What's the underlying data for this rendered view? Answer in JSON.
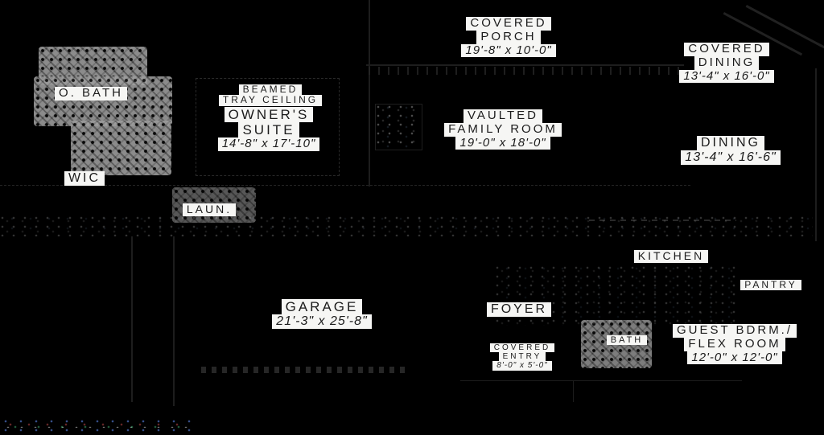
{
  "plan": {
    "type": "floor-plan",
    "colors": {
      "background": "#000000",
      "label_background": "#f6f6f4",
      "label_text": "#1b1b1b",
      "wall_line": "#1d1d1d",
      "texture_gray": "#8a8a8a"
    }
  },
  "labels": {
    "o_bath": [
      "O. BATH"
    ],
    "beamed_tray": [
      "BEAMED",
      "TRAY CEILING"
    ],
    "owners_suite": [
      "OWNER'S",
      "SUITE",
      "14'-8\" x 17'-10\""
    ],
    "wic": [
      "WIC"
    ],
    "laun": [
      "LAUN."
    ],
    "covered_porch": [
      "COVERED",
      "PORCH",
      "19'-8\" x 10'-0\""
    ],
    "covered_dining": [
      "COVERED",
      "DINING",
      "13'-4\" x 16'-0\""
    ],
    "vaulted_family_room": [
      "VAULTED",
      "FAMILY ROOM",
      "19'-0\" x 18'-0\""
    ],
    "dining": [
      "DINING",
      "13'-4\" x 16'-6\""
    ],
    "kitchen": [
      "KITCHEN"
    ],
    "pantry": [
      "PANTRY"
    ],
    "garage": [
      "GARAGE",
      "21'-3\" x 25'-8\""
    ],
    "foyer": [
      "FOYER"
    ],
    "covered_entry": [
      "COVERED",
      "ENTRY",
      "8'-0\" x 5'-0\""
    ],
    "bath": [
      "BATH"
    ],
    "guest_bdrm_flex": [
      "GUEST BDRM./",
      "FLEX ROOM",
      "12'-0\" x 12'-0\""
    ]
  }
}
